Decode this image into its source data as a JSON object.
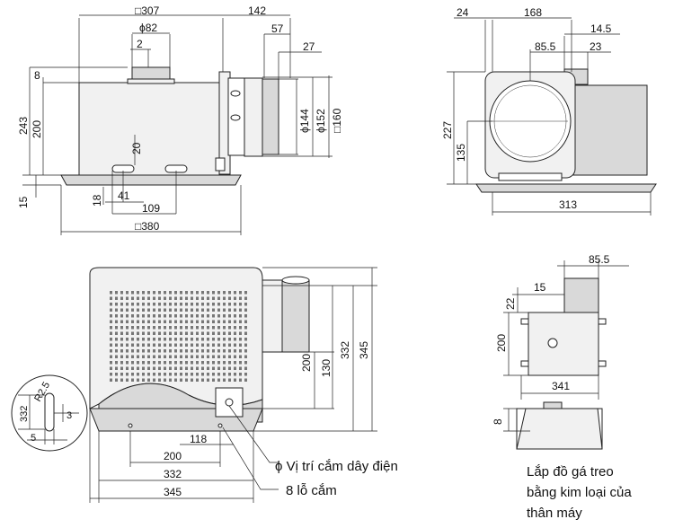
{
  "top_left_view": {
    "dims": {
      "width_top": "□307",
      "duct_offset": "142",
      "phi82": "ϕ82",
      "d2": "2",
      "d57": "57",
      "d27": "27",
      "d8": "8",
      "d243": "243",
      "d200": "200",
      "d15": "15",
      "d20": "20",
      "d18": "18",
      "d41": "41",
      "d109": "109",
      "phi144": "ϕ144",
      "phi152": "ϕ152",
      "sq160": "□160",
      "sq380": "□380"
    }
  },
  "top_right_view": {
    "dims": {
      "d24": "24",
      "d168": "168",
      "d14_5": "14.5",
      "d85_5": "85.5",
      "d23": "23",
      "d227": "227",
      "d135": "135",
      "d313": "313"
    }
  },
  "bottom_left_view": {
    "dims": {
      "d200": "200",
      "d332": "332",
      "d345": "345",
      "d130": "130",
      "d118": "118",
      "h200": "200",
      "h332": "332",
      "h345": "345"
    },
    "detail_dims": {
      "r2_5": "R2.5",
      "d332": "332",
      "d3": "3",
      "d5": "5"
    },
    "labels": {
      "wiring_position": "ϕ Vị trí cắm dây điện",
      "holes": "8 lỗ cắm"
    }
  },
  "bottom_right_view": {
    "dims": {
      "d85_5": "85.5",
      "d15": "15",
      "d22": "22",
      "d200": "200",
      "d341": "341",
      "d8": "8"
    },
    "caption_lines": [
      "Lắp đồ gá treo",
      "bằng kim loại của",
      "thân máy"
    ]
  }
}
